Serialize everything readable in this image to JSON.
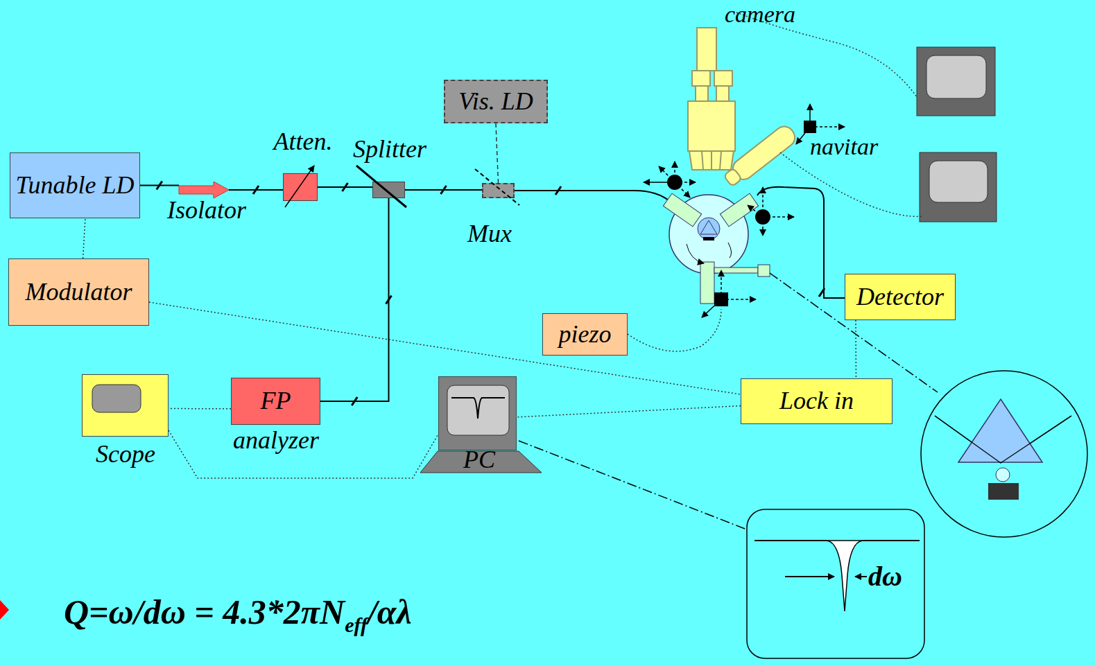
{
  "diagram": {
    "nodes": [
      {
        "text": [
          "Tunable LD"
        ]
      },
      {
        "text": [
          "Isolator"
        ]
      },
      {
        "text": [
          "Atten."
        ]
      },
      {
        "text": [
          "Splitter"
        ]
      },
      {
        "text": [
          "Vis. LD"
        ]
      },
      {
        "text": [
          "Mux"
        ]
      },
      {
        "text": [
          "Modulator"
        ]
      },
      {
        "text": [
          "piezo"
        ]
      },
      {
        "text": [
          "Detector"
        ]
      },
      {
        "text": [
          "Lock in"
        ]
      },
      {
        "text": [
          "FP",
          "analyzer"
        ]
      },
      {
        "text": [
          "Scope"
        ]
      },
      {
        "text": [
          "PC"
        ]
      }
    ],
    "edges": [
      {
        "from": 0,
        "to": 1,
        "arrow": "none"
      },
      {
        "from": 1,
        "to": 2,
        "arrow": "none"
      },
      {
        "from": 2,
        "to": 3,
        "arrow": "none"
      },
      {
        "from": 3,
        "to": 5,
        "arrow": "none"
      },
      {
        "from": 4,
        "to": 5,
        "arrow": "none"
      },
      {
        "from": 3,
        "to": 10,
        "arrow": "none"
      },
      {
        "from": 6,
        "to": 0,
        "arrow": "none"
      },
      {
        "from": 6,
        "to": 9,
        "arrow": "none"
      },
      {
        "from": 8,
        "to": 9,
        "arrow": "none"
      },
      {
        "from": 9,
        "to": 12,
        "arrow": "none"
      },
      {
        "from": 10,
        "to": 11,
        "arrow": "none"
      },
      {
        "from": 11,
        "to": 12,
        "arrow": "none"
      }
    ],
    "labels": [
      "camera",
      "navitar",
      "dω",
      "Q=ω/dω = 4.3*2πN",
      "eff",
      "/αλ"
    ]
  }
}
